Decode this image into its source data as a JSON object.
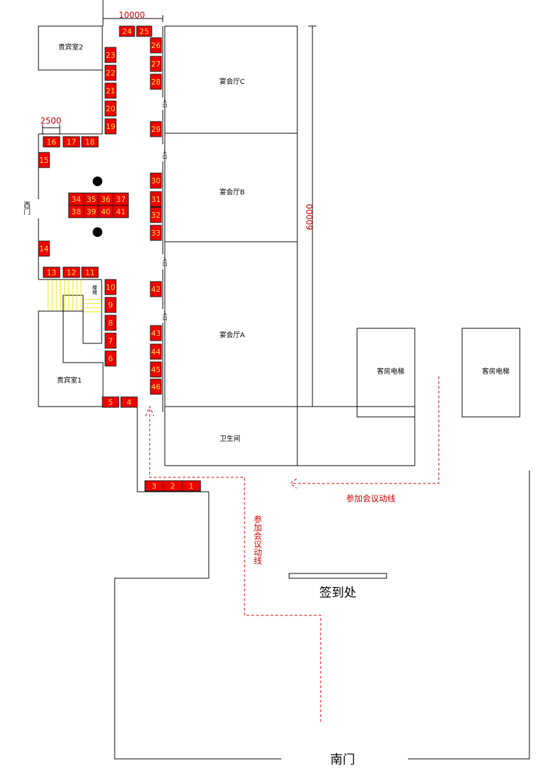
{
  "rooms": {
    "vip2": "贵宾室2",
    "vip1": "贵宾室1",
    "hall_c": "宴会厅C",
    "hall_b": "宴会厅B",
    "hall_a": "宴会厅A",
    "restroom": "卫生间",
    "elevator_1": "客房电梯",
    "elevator_2": "客房电梯",
    "stairs": "楼梯",
    "west_door": "西门",
    "south_door": "南门",
    "checkin": "签到处"
  },
  "entrance_label": "入口",
  "dimensions": {
    "top_width": "10000",
    "side_width": "2500",
    "length": "60000"
  },
  "route_label": "参加会议动线",
  "booths": [
    "1",
    "2",
    "3",
    "4",
    "5",
    "6",
    "7",
    "8",
    "9",
    "10",
    "11",
    "12",
    "13",
    "14",
    "15",
    "16",
    "17",
    "18",
    "19",
    "20",
    "21",
    "22",
    "23",
    "24",
    "25",
    "26",
    "27",
    "28",
    "29",
    "30",
    "31",
    "32",
    "33",
    "34",
    "35",
    "36",
    "37",
    "38",
    "39",
    "40",
    "41",
    "42",
    "43",
    "44",
    "45",
    "46"
  ],
  "colors": {
    "booth_fill": "#ee0000",
    "booth_text": "#ffe14d",
    "route": "#cc0000",
    "stairs": "#f2e600"
  }
}
